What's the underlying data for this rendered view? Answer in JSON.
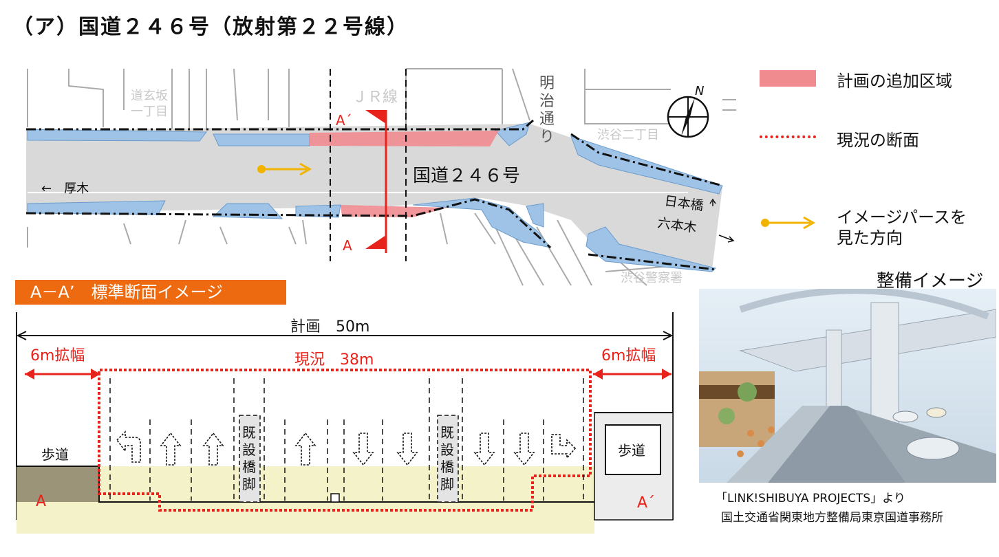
{
  "title": "（ア）国道２４６号（放射第２２号線）",
  "map": {
    "road_name": "国道２４６号",
    "arrow_atsugi": "←　厚木",
    "jr_line": "ＪＲ線",
    "meiji_dori": [
      "明",
      "治",
      "通",
      "り"
    ],
    "dogenzaka": [
      "道玄坂",
      "一丁目"
    ],
    "shibuya2": "渋谷二丁目",
    "nihonbashi": "日本橋",
    "roppongi": "六本木",
    "police": "渋谷警察署",
    "section_a": "A",
    "section_a_prime": "A´",
    "compass_n": "N"
  },
  "legend": {
    "additional_area": "計画の追加区域",
    "current_section": "現況の断面",
    "perspective_line1": "イメージパースを",
    "perspective_line2": "見た方向"
  },
  "section_banner": "A－A’　標準断面イメージ",
  "cross_section": {
    "plan_width": "計画　50m",
    "current_width": "現況　38m",
    "widen_left": "6m拡幅",
    "widen_right": "6m拡幅",
    "sidewalk_left": "歩道",
    "sidewalk_right": "歩道",
    "pier_label": [
      "既",
      "設",
      "橋",
      "脚"
    ],
    "label_a": "A",
    "label_a_prime": "A´"
  },
  "image_title": "整備イメージ",
  "credit_line1": "「LINK!SHIBUYA PROJECTS」より",
  "credit_line2": "国土交通省関東地方整備局東京国道事務所",
  "colors": {
    "additional_area": "#f08b90",
    "current_section": "#e8231b",
    "perspective_arrow": "#f0b400",
    "sidewalk_blue": "#9ec3e6",
    "road_gray": "#d9d9d9",
    "banner": "#ee6a10"
  }
}
